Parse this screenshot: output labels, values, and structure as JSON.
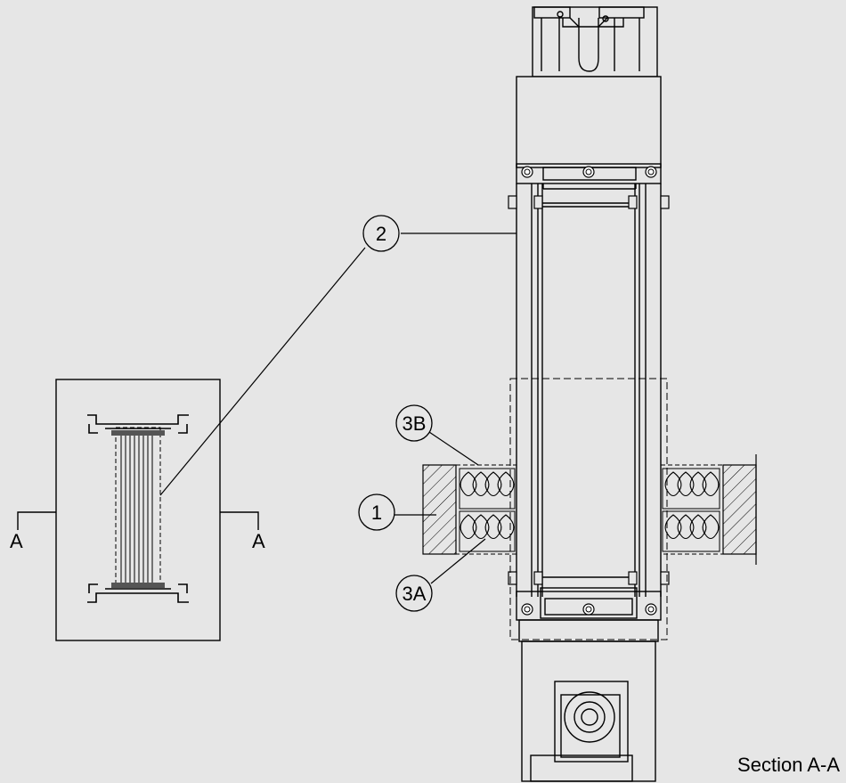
{
  "callouts": {
    "c1": "1",
    "c2": "2",
    "c3a": "3A",
    "c3b": "3B"
  },
  "section_mark": "A",
  "section_title": "Section A-A",
  "colors": {
    "background": "#e6e6e6",
    "line": "#000000"
  }
}
